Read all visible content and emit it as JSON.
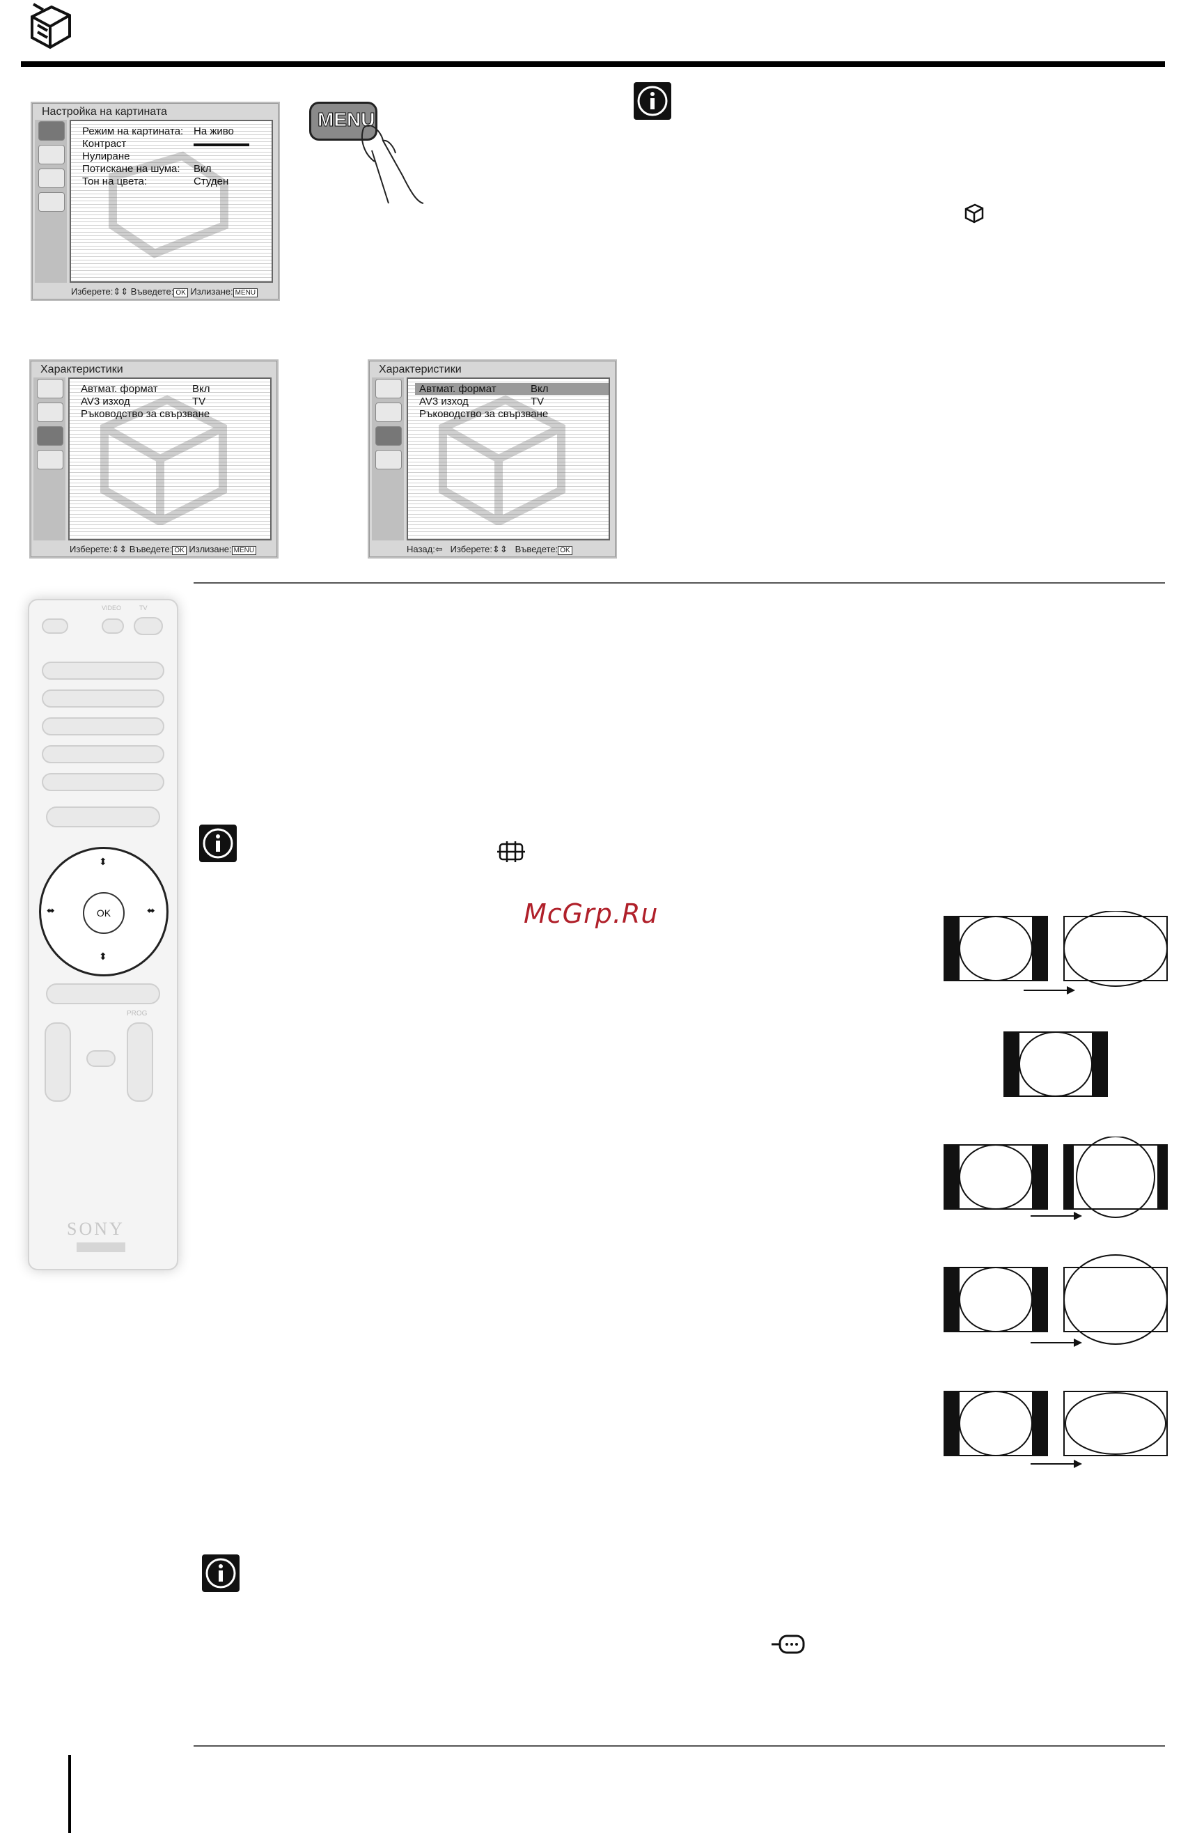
{
  "screen1": {
    "title": "Настройка на картината",
    "rows": [
      {
        "label": "Режим на картината:",
        "value": "На живо"
      },
      {
        "label": "Контраст",
        "value": ""
      },
      {
        "label": "Нулиране",
        "value": ""
      },
      {
        "label": "Потискане на шума:",
        "value": "Вкл"
      },
      {
        "label": "Тон на цвета:",
        "value": "Студен"
      }
    ],
    "footer": {
      "select": "Изберете:",
      "enter": "Въведете:",
      "ok_key": "OK",
      "exit": "Излизане:",
      "menu_key": "MENU"
    }
  },
  "menu_key_label": "MENU",
  "screen2": {
    "title": "Характеристики",
    "rows": [
      {
        "label": "Автмат. формат",
        "value": "Вкл"
      },
      {
        "label": "AV3 изход",
        "value": "TV"
      },
      {
        "label": "Ръководство за свързване",
        "value": ""
      }
    ],
    "footer": {
      "select": "Изберете:",
      "enter": "Въведете:",
      "ok_key": "OK",
      "exit": "Излизане:",
      "menu_key": "MENU"
    }
  },
  "screen3": {
    "title": "Характеристики",
    "rows": [
      {
        "label": "Автмат. формат",
        "value": "Вкл"
      },
      {
        "label": "AV3 изход",
        "value": "TV"
      },
      {
        "label": "Ръководство за свързване",
        "value": ""
      }
    ],
    "footer": {
      "back": "Назад:",
      "select": "Изберете:",
      "enter": "Въведете:",
      "ok_key": "OK"
    }
  },
  "remote": {
    "brand": "SONY",
    "ok": "OK",
    "tv": "TV",
    "video": "VIDEO",
    "prog": "PROG"
  },
  "watermark": "McGrp.Ru"
}
